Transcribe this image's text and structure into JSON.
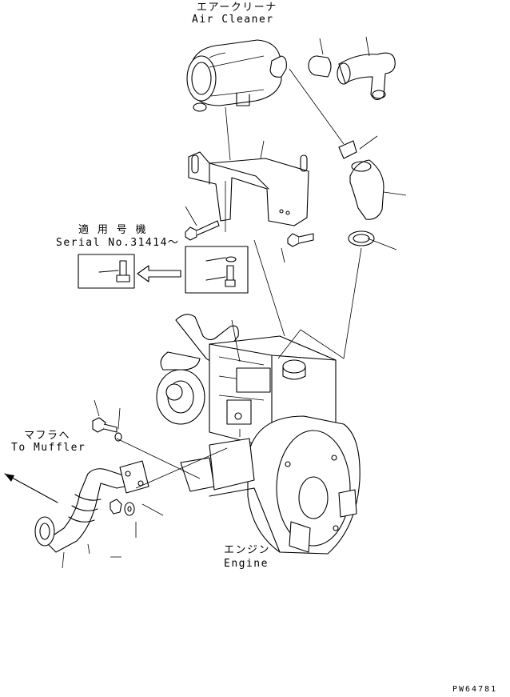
{
  "labels": {
    "air_cleaner_jp": "エアークリーナ",
    "air_cleaner_en": "Air Cleaner",
    "serial_jp": "適 用 号 機",
    "serial_en": "Serial No.31414～",
    "muffler_jp": "マフラへ",
    "muffler_en": "To Muffler",
    "engine_jp": "エンジン",
    "engine_en": "Engine",
    "drawing_code": "PW64781"
  }
}
